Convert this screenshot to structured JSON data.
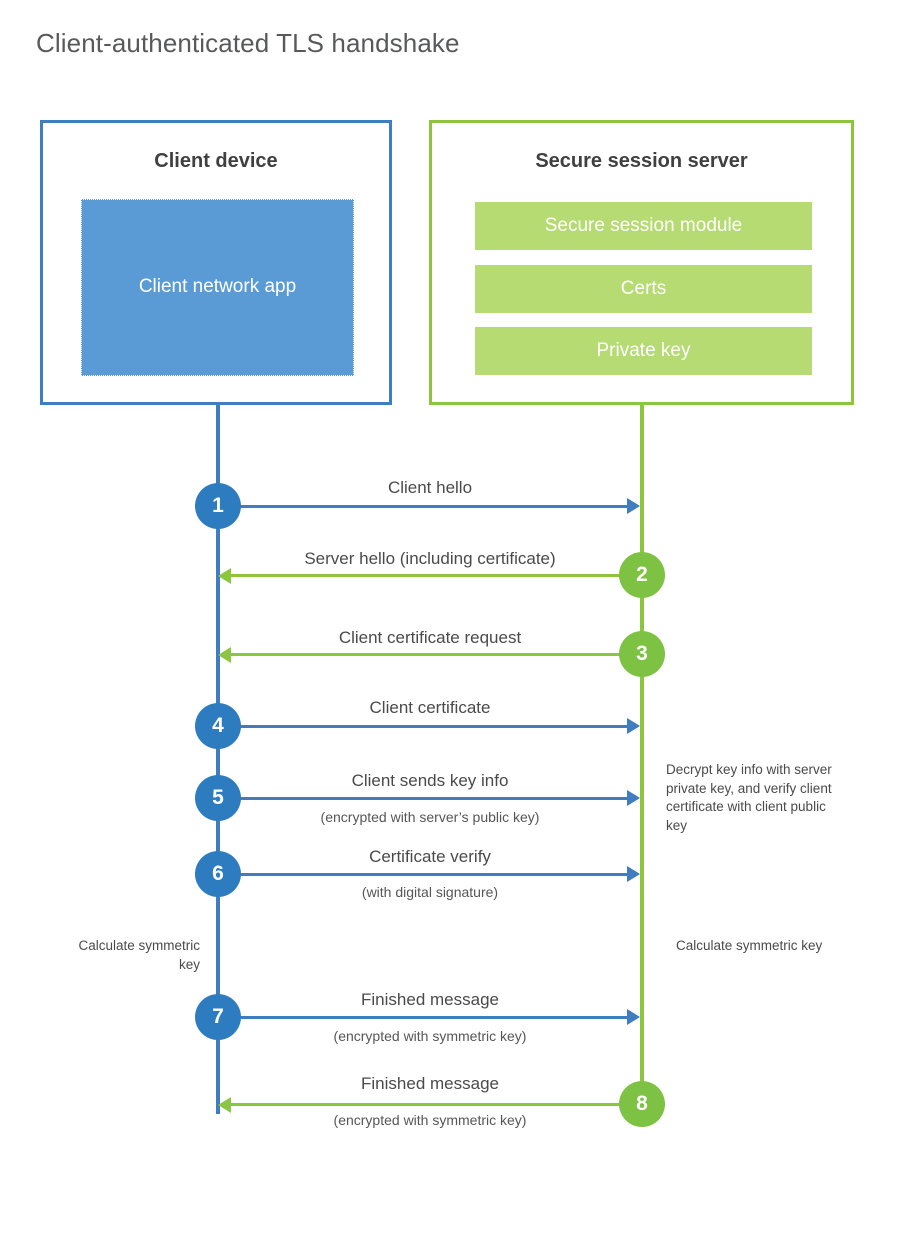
{
  "title": "Client-authenticated TLS handshake",
  "colors": {
    "client_border": "#3f7cc0",
    "client_app_fill": "#5b9bd5",
    "client_circle": "#2e7cc0",
    "server_border": "#8cc63f",
    "server_bar_fill": "#b5db72",
    "server_circle": "#7dc242",
    "text": "#4a4a4a",
    "title_text": "#58595b"
  },
  "participants": {
    "client": {
      "title": "Client device",
      "app_label": "Client network app"
    },
    "server": {
      "title": "Secure session server",
      "modules": [
        "Secure session module",
        "Certs",
        "Private key"
      ]
    }
  },
  "steps": [
    {
      "number": "1",
      "label": "Client hello",
      "sublabel": "",
      "direction": "right",
      "color": "blue"
    },
    {
      "number": "2",
      "label": "Server hello (including certificate)",
      "sublabel": "",
      "direction": "left",
      "color": "green"
    },
    {
      "number": "3",
      "label": "Client certificate request",
      "sublabel": "",
      "direction": "left",
      "color": "green"
    },
    {
      "number": "4",
      "label": "Client certificate",
      "sublabel": "",
      "direction": "right",
      "color": "blue"
    },
    {
      "number": "5",
      "label": "Client sends key info",
      "sublabel": "(encrypted with server’s public key)",
      "direction": "right",
      "color": "blue"
    },
    {
      "number": "6",
      "label": "Certificate verify",
      "sublabel": "(with digital signature)",
      "direction": "right",
      "color": "blue"
    },
    {
      "number": "7",
      "label": "Finished message",
      "sublabel": "(encrypted with symmetric key)",
      "direction": "right",
      "color": "blue"
    },
    {
      "number": "8",
      "label": "Finished message",
      "sublabel": "(encrypted with symmetric key)",
      "direction": "left",
      "color": "green"
    }
  ],
  "notes": {
    "decrypt": "Decrypt key info with server private key, and verify client certificate with client public key",
    "calculate_client": "Calculate symmetric key",
    "calculate_server": "Calculate symmetric key"
  }
}
